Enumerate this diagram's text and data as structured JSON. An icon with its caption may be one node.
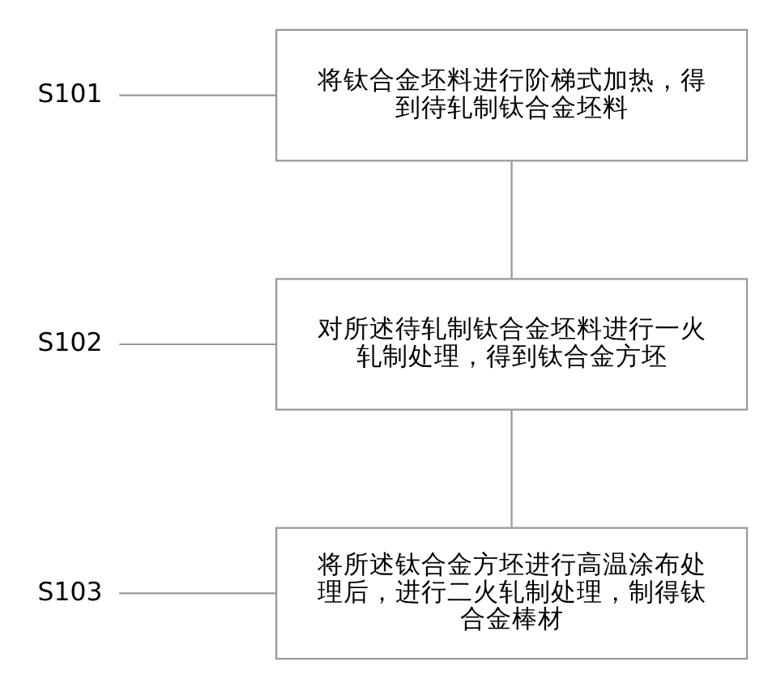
{
  "diagram": {
    "nodes": [
      {
        "text": [
          "将钛合金坯料进行阶梯式加热，得到待轧制钛合金坯料"
        ]
      },
      {
        "text": [
          "S101"
        ]
      },
      {
        "text": [
          "对所述待轧制钛合金坯料进行一火轧制处理，得到钛合金方坯"
        ]
      },
      {
        "text": [
          "S102"
        ]
      },
      {
        "text": [
          "将所述钛合金方坯进行高温涂布处理后，进行二火轧制处理，制得钛合金棒材"
        ]
      },
      {
        "text": [
          "S103"
        ]
      }
    ],
    "edges": [
      {
        "from": 0,
        "to": 2,
        "arrow": "none"
      },
      {
        "from": 2,
        "to": 4,
        "arrow": "none"
      },
      {
        "from": 1,
        "to": 0,
        "arrow": "none"
      },
      {
        "from": 3,
        "to": 2,
        "arrow": "none"
      },
      {
        "from": 5,
        "to": 4,
        "arrow": "none"
      }
    ]
  }
}
